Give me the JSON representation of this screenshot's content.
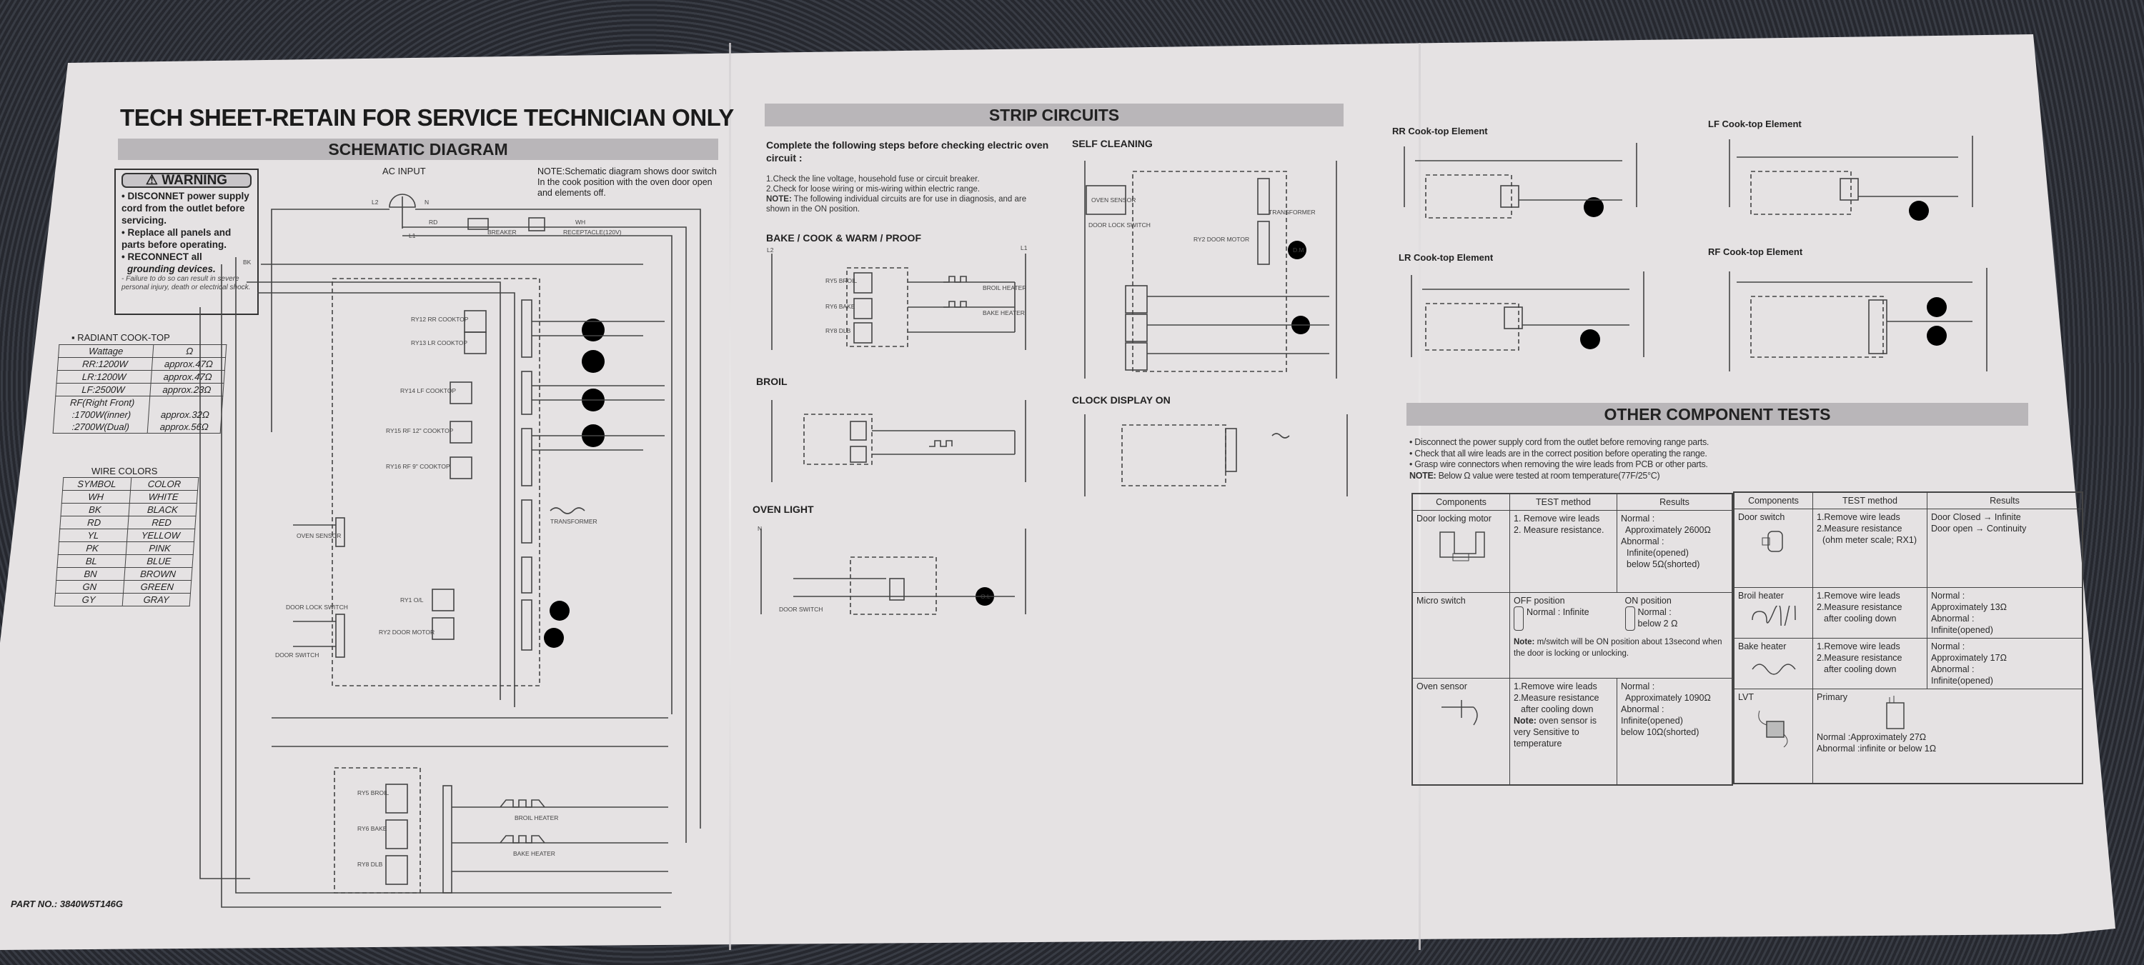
{
  "left_panel": {
    "title": "TECH SHEET-RETAIN FOR SERVICE TECHNICIAN ONLY",
    "section": "SCHEMATIC DIAGRAM",
    "warning": {
      "heading": "WARNING",
      "items": [
        "DISCONNET power supply cord from the outlet before servicing.",
        "Replace all panels and parts before operating.",
        "RECONNECT all"
      ],
      "emphasis": "grounding devices.",
      "footnote": "- Failure to do so can result in severe personal injury, death or electrical shock."
    },
    "note": "NOTE:Schematic diagram shows door switch In the cook position with the oven door open and elements off.",
    "labels": {
      "ac_input": "AC INPUT",
      "l2": "L2",
      "n": "N",
      "l1": "L1",
      "rd": "RD",
      "breaker": "BREAKER",
      "wh": "WH",
      "receptacle": "RECEPTACLE(120V)",
      "bk": "BK",
      "ry12": "RY12 RR COOKTOP",
      "ry13": "RY13 LR COOKTOP",
      "ry14": "RY14 LF COOKTOP",
      "ry15": "RY15 RF 12\" COOKTOP",
      "ry16": "RY16 RF 9\" COOKTOP",
      "oven_sensor": "OVEN SENSOR",
      "transformer": "TRANSFORMER",
      "door_lock": "DOOR LOCK SWITCH",
      "door_switch": "DOOR SWITCH",
      "ry1": "RY1 O/L",
      "ry2": "RY2 DOOR MOTOR",
      "ry5": "RY5 BROIL",
      "ry6": "RY6 BAKE",
      "ry8": "RY8 DLB",
      "broil_heater": "BROIL HEATER",
      "bake_heater": "BAKE HEATER"
    },
    "radiant": {
      "title": "RADIANT COOK-TOP",
      "headers": [
        "Wattage",
        "Ω"
      ],
      "rows": [
        [
          "RR:1200W",
          "approx.47Ω"
        ],
        [
          "LR:1200W",
          "approx.47Ω"
        ],
        [
          "LF:2500W",
          "approx.23Ω"
        ],
        [
          "RF(Right Front)",
          ""
        ],
        [
          ":1700W(inner)",
          "approx.32Ω"
        ],
        [
          ":2700W(Dual)",
          "approx.56Ω"
        ]
      ]
    },
    "wire_colors": {
      "title": "WIRE COLORS",
      "headers": [
        "SYMBOL",
        "COLOR"
      ],
      "rows": [
        [
          "WH",
          "WHITE"
        ],
        [
          "BK",
          "BLACK"
        ],
        [
          "RD",
          "RED"
        ],
        [
          "YL",
          "YELLOW"
        ],
        [
          "PK",
          "PINK"
        ],
        [
          "BL",
          "BLUE"
        ],
        [
          "BN",
          "BROWN"
        ],
        [
          "GN",
          "GREEN"
        ],
        [
          "GY",
          "GRAY"
        ]
      ]
    },
    "part_no": "PART NO.: 3840W5T146G"
  },
  "middle_panel": {
    "section": "STRIP CIRCUITS",
    "intro": "Complete the following steps before checking electric oven circuit :",
    "steps": [
      "1.Check the line voltage, household fuse or circuit breaker.",
      "2.Check for loose wiring or mis-wiring within electric range."
    ],
    "note_label": "NOTE:",
    "note": " The following individual circuits are for use in diagnosis, and are shown in the ON position.",
    "circuits": [
      "BAKE / COOK & WARM / PROOF",
      "BROIL",
      "OVEN LIGHT",
      "SELF CLEANING",
      "CLOCK DISPLAY ON"
    ],
    "labels": {
      "l1": "L1",
      "l2": "L2",
      "n": "N",
      "broil": "RY5 BROIL",
      "bake": "RY6 BAKE",
      "dlb": "RY8 DLB",
      "broil_heater": "BROIL HEATER",
      "bake_heater": "BAKE HEATER",
      "ol": "O.L",
      "door_switch": "DOOR SWITCH",
      "oven_sensor": "OVEN SENSOR",
      "door_lock": "DOOR LOCK SWITCH",
      "door_motor": "RY2 DOOR MOTOR",
      "transformer": "TRANSFORMER",
      "dm": "D.M"
    }
  },
  "right_panel": {
    "elements": [
      "RR Cook-top Element",
      "LF Cook-top Element",
      "LR Cook-top Element",
      "RF Cook-top Element"
    ],
    "section": "OTHER COMPONENT TESTS",
    "bullets": [
      "Disconnect the power supply cord from the outlet before removing range parts.",
      "Check that all wire leads are in the correct position before operating the range.",
      "Grasp wire connectors when removing the wire leads from PCB or other parts."
    ],
    "note_label": "NOTE:",
    "note": " Below Ω value were tested at room temperature(77F/25°C)",
    "headers": [
      "Components",
      "TEST method",
      "Results"
    ],
    "left_rows": [
      {
        "component": "Door locking motor",
        "method": [
          "1. Remove wire leads",
          "2. Measure resistance."
        ],
        "results": [
          "Normal :",
          "Approximately 2600Ω",
          "Abnormal :",
          "Infinite(opened)",
          "below 5Ω(shorted)"
        ]
      },
      {
        "component": "Micro switch",
        "off": "OFF position",
        "off_result": "Normal : Infinite",
        "on": "ON position",
        "on_result": [
          "Normal :",
          "below 2 Ω"
        ],
        "note_label": "Note:",
        "note": " m/switch will be ON position about 13second when the door is locking or unlocking."
      },
      {
        "component": "Oven sensor",
        "method": [
          "1.Remove wire leads",
          "2.Measure resistance",
          "after cooling down"
        ],
        "note_label": "Note:",
        "note": " oven sensor is very Sensitive to temperature",
        "results": [
          "Normal :",
          "Approximately 1090Ω",
          "Abnormal :",
          "Infinite(opened)",
          "below 10Ω(shorted)"
        ]
      }
    ],
    "right_rows": [
      {
        "component": "Door switch",
        "method": [
          "1.Remove wire leads",
          "2.Measure resistance",
          "(ohm meter scale; RX1)"
        ],
        "results": [
          "Door Closed → Infinite",
          "Door open → Continuity"
        ]
      },
      {
        "component": "Broil heater",
        "method": [
          "1.Remove wire leads",
          "2.Measure resistance",
          "after cooling down"
        ],
        "results": [
          "Normal :",
          "Approximately 13Ω",
          "Abnormal :",
          "Infinite(opened)"
        ]
      },
      {
        "component": "Bake heater",
        "method": [
          "1.Remove wire leads",
          "2.Measure resistance",
          "after cooling down"
        ],
        "results": [
          "Normal :",
          "Approximately 17Ω",
          "Abnormal :",
          "Infinite(opened)"
        ]
      },
      {
        "component": "LVT",
        "method_label": "Primary",
        "results": [
          "Normal :Approximately 27Ω",
          "Abnormal :infinite or below 1Ω"
        ]
      }
    ]
  }
}
